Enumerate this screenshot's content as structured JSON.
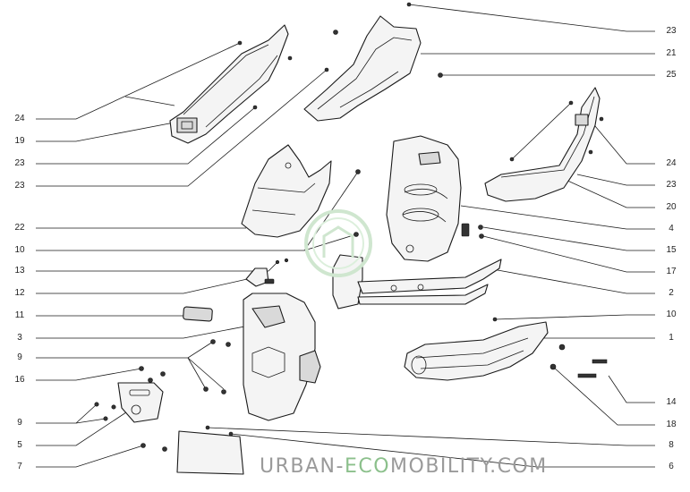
{
  "callouts_left": [
    "24",
    "19",
    "23",
    "23",
    "22",
    "10",
    "13",
    "12",
    "11",
    "3",
    "9",
    "16",
    "9",
    "5",
    "7"
  ],
  "callouts_right": [
    "23",
    "21",
    "25",
    "24",
    "23",
    "20",
    "4",
    "15",
    "17",
    "2",
    "10",
    "1",
    "14",
    "18",
    "8",
    "6"
  ],
  "watermark": {
    "part1": "URBAN",
    "part2": "-",
    "part3": "ECO",
    "part4": "MOBILITY",
    "part5": ".COM"
  },
  "colors": {
    "line": "#1a1a1a",
    "watermark_gray": "#9a9a9a",
    "watermark_green": "#8cc08c"
  }
}
